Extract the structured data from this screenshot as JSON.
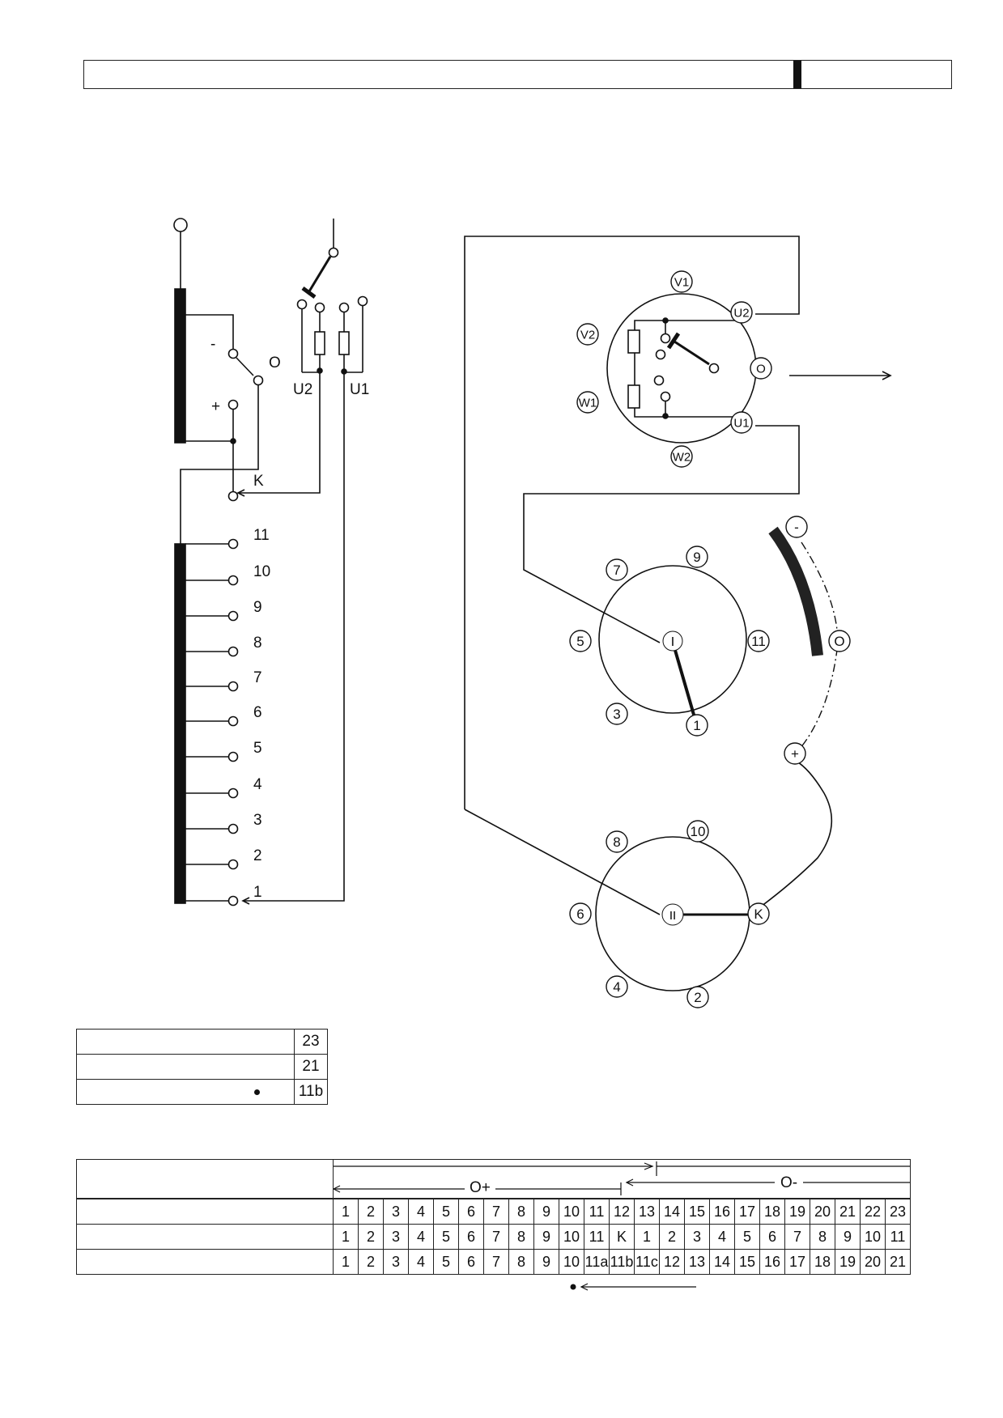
{
  "diagram": {
    "left": {
      "u2_label": "U2",
      "u1_label": "U1",
      "minus_label": "-",
      "zero_label": "O",
      "plus_label": "+",
      "k_label": "K",
      "tap_numbers": [
        "11",
        "10",
        "9",
        "8",
        "7",
        "6",
        "5",
        "4",
        "3",
        "2",
        "1"
      ]
    },
    "motor": {
      "labels": [
        "V1",
        "V2",
        "U2",
        "O",
        "W1",
        "U1",
        "W2"
      ]
    },
    "selector_one": {
      "center": "I",
      "contacts": [
        "7",
        "9",
        "5",
        "11",
        "3",
        "1"
      ]
    },
    "selector_two": {
      "center": "II",
      "contacts": [
        "8",
        "10",
        "6",
        "K",
        "4",
        "2"
      ]
    },
    "arc_scale": {
      "labels": [
        "-",
        "O",
        "+"
      ]
    }
  },
  "small_table": {
    "rows": [
      {
        "value": "23",
        "dot": false
      },
      {
        "value": "21",
        "dot": false
      },
      {
        "value": "11b",
        "dot": true
      }
    ]
  },
  "position_table": {
    "direction_labels": {
      "o_plus": "O+",
      "o_minus": "O-"
    },
    "rows": [
      [
        "1",
        "2",
        "3",
        "4",
        "5",
        "6",
        "7",
        "8",
        "9",
        "10",
        "11",
        "12",
        "13",
        "14",
        "15",
        "16",
        "17",
        "18",
        "19",
        "20",
        "21",
        "22",
        "23"
      ],
      [
        "1",
        "2",
        "3",
        "4",
        "5",
        "6",
        "7",
        "8",
        "9",
        "10",
        "11",
        "K",
        "1",
        "2",
        "3",
        "4",
        "5",
        "6",
        "7",
        "8",
        "9",
        "10",
        "11"
      ],
      [
        "1",
        "2",
        "3",
        "4",
        "5",
        "6",
        "7",
        "8",
        "9",
        "10",
        "11a",
        "11b",
        "11c",
        "12",
        "13",
        "14",
        "15",
        "16",
        "17",
        "18",
        "19",
        "20",
        "21"
      ]
    ]
  }
}
